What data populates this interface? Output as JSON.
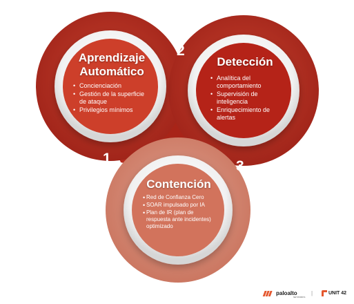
{
  "circles": [
    {
      "title_line1": "Aprendizaje",
      "title_line2": "Automático",
      "items": [
        "Concienciación",
        "Gestión de la superficie de ataque",
        "Privilegios mínimos"
      ]
    },
    {
      "title": "Detección",
      "items": [
        "Analítica del comportamiento",
        "Supervisión de inteligencia",
        "Enriquecimiento de alertas"
      ]
    },
    {
      "title": "Contención",
      "items": [
        "Red de Confianza Cero",
        "SOAR impulsado por IA",
        "Plan de IR (plan de respuesta ante incidentes) optimizado"
      ]
    }
  ],
  "steps": [
    "1",
    "2",
    "3"
  ],
  "bullet_glyph": "•",
  "footer": {
    "brand1": "paloalto",
    "brand1_sub": "NETWORKS",
    "separator": "|",
    "brand2": "UNIT 42"
  },
  "colors": {
    "outer_dark": "#a8231a",
    "outer_mid": "#c0392b",
    "inner_red": "#cf3e2a",
    "inner_salmon": "#d47760",
    "outer_salmon": "#d9917e",
    "ring": "#f3f3f3",
    "brand_orange": "#e4572e"
  }
}
